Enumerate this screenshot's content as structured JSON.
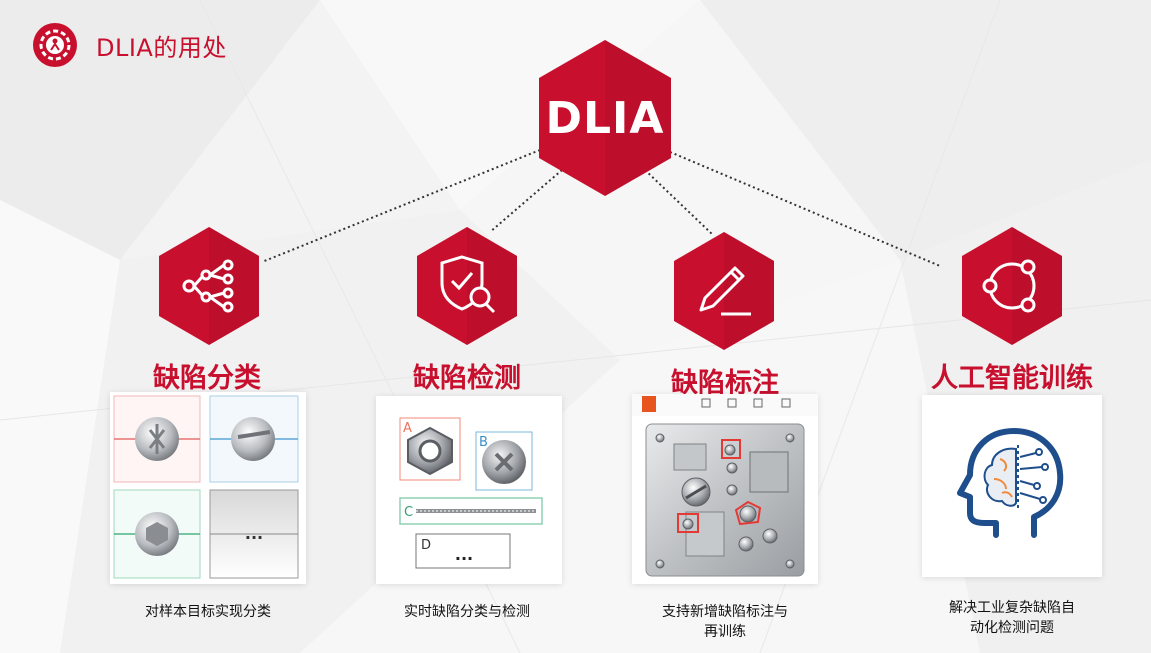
{
  "header": {
    "title": "DLIA的用处",
    "logo_icon": "gear-figure-icon"
  },
  "center": {
    "label": "DLIA"
  },
  "colors": {
    "accent": "#c8102e",
    "accent_dark": "#a30d25",
    "icon_blue": "#1f4e8c"
  },
  "features": [
    {
      "title": "缺陷分类",
      "icon": "network-tree-icon",
      "caption": "对样本目标实现分类",
      "card_labels": [
        "..."
      ]
    },
    {
      "title": "缺陷检测",
      "icon": "shield-magnifier-icon",
      "caption": "实时缺陷分类与检测",
      "card_labels": [
        "A",
        "B",
        "C",
        "D",
        "..."
      ]
    },
    {
      "title": "缺陷标注",
      "icon": "pencil-icon",
      "caption_lines": [
        "支持新增缺陷标注与",
        "再训练"
      ]
    },
    {
      "title": "人工智能训练",
      "icon": "connected-circle-icon",
      "caption_lines": [
        "解决工业复杂缺陷自",
        "动化检测问题"
      ]
    }
  ]
}
